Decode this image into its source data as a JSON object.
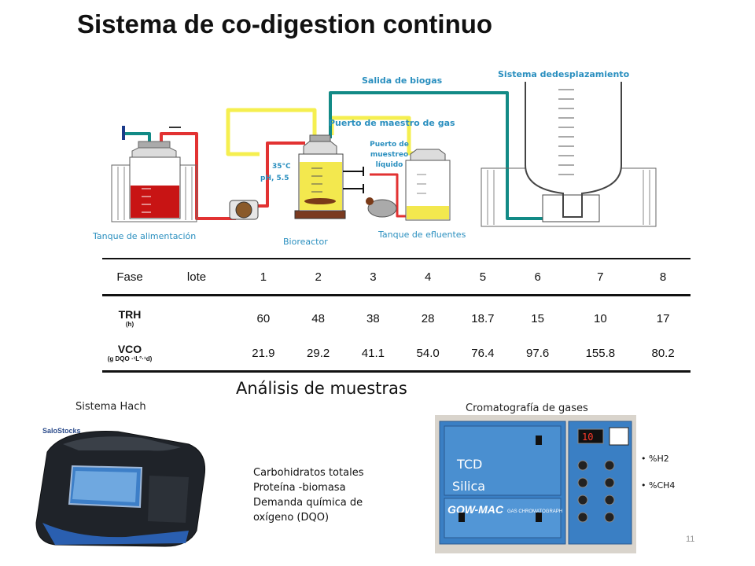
{
  "title": "Sistema de co-digestion continuo",
  "diagram": {
    "labels": {
      "salida_biogas": "Salida de biogas",
      "sistema_desplazamiento": "Sistema dedesplazamiento",
      "puerto_gas": "Puerto de maestro de gas",
      "puerto_liquido_1": "Puerto de",
      "puerto_liquido_2": "muestreo",
      "puerto_liquido_3": "líquido",
      "temp": "35°C",
      "ph": "pH, 5.5",
      "tanque_alimentacion": "Tanque de alimentación",
      "bioreactor": "Bioreactor",
      "tanque_efluentes": "Tanque de efluentes"
    },
    "colors": {
      "pipe_red": "#e23232",
      "pipe_yellow": "#f5ef50",
      "pipe_teal": "#128a86",
      "label_blue": "#2a8fbf",
      "liquid_red": "#c81414",
      "liquid_yellow": "#f3e84e"
    }
  },
  "table": {
    "header": {
      "fase": "Fase",
      "lote": "lote",
      "numbers": [
        "1",
        "2",
        "3",
        "4",
        "5",
        "6",
        "7",
        "8"
      ]
    },
    "rows": [
      {
        "name": "TRH",
        "unit": "(h)",
        "values": [
          "60",
          "48",
          "38",
          "28",
          "18.7",
          "15",
          "10",
          "17"
        ]
      },
      {
        "name": "VCO",
        "unit": "(g DQO ·¹L°·¹d)",
        "values": [
          "21.9",
          "29.2",
          "41.1",
          "54.0",
          "76.4",
          "97.6",
          "155.8",
          "80.2"
        ]
      }
    ]
  },
  "analysis": {
    "title": "Análisis de muestras",
    "hach_label": "Sistema Hach",
    "hach_brand": "SaloStocks",
    "gc_label": "Cromatografía de gases",
    "tests": [
      "Carbohidratos totales",
      "Proteína -biomasa",
      "Demanda química de",
      "oxígeno (DQO)"
    ],
    "columns": [
      "TCD",
      "Silica"
    ],
    "gc_brand": "GOW-MAC",
    "gc_sub": "GAS CHROMATOGRAPH",
    "gc_display": "10",
    "gases": [
      "%H2",
      "%CH4"
    ]
  },
  "page_number": "11"
}
